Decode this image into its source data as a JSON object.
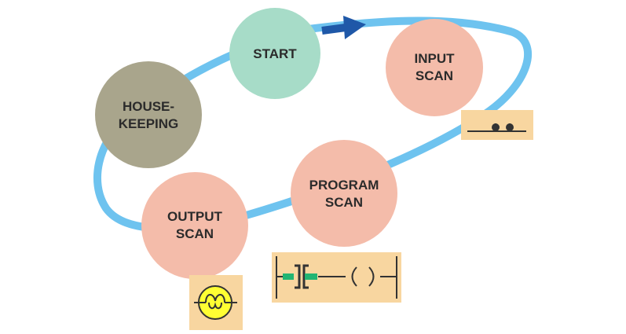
{
  "colors": {
    "background": "#ffffff",
    "loop": "#6ec3ef",
    "arrow": "#1f58a8",
    "start": "#a7dcc8",
    "input_scan": "#f4bcaa",
    "program_scan": "#f4bcaa",
    "output_scan": "#f4bcaa",
    "housekeeping": "#a9a58c",
    "symbol_panel": "#f8d6a0",
    "contact_green": "#22b573",
    "lamp_yellow": "#ffff33",
    "symbol_line": "#333333"
  },
  "nodes": {
    "start": {
      "line1": "START",
      "line2": ""
    },
    "input_scan": {
      "line1": "INPUT",
      "line2": "SCAN"
    },
    "program_scan": {
      "line1": "PROGRAM",
      "line2": "SCAN"
    },
    "output_scan": {
      "line1": "OUTPUT",
      "line2": "SCAN"
    },
    "housekeeping": {
      "line1": "HOUSE-",
      "line2": "KEEPING"
    }
  },
  "symbols": {
    "input": "push-button-switch-icon",
    "program": "ladder-rung-contact-coil-icon",
    "output": "lamp-icon"
  }
}
